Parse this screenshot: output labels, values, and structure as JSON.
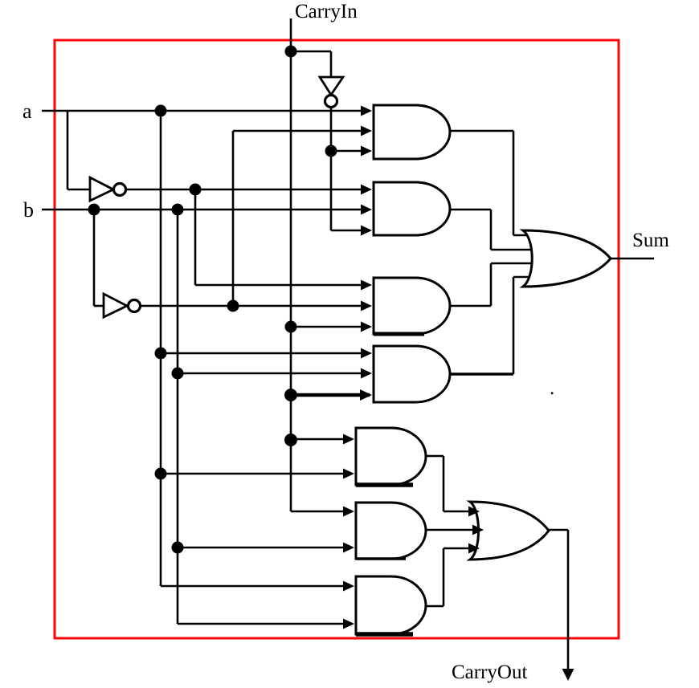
{
  "labels": {
    "carry_in": "CarryIn",
    "input_a": "a",
    "input_b": "b",
    "sum": "Sum",
    "carry_out": "CarryOut",
    "stray_period": "."
  },
  "colors": {
    "wire": "#000000",
    "boundary_box": "#fa0505",
    "background": "#ffffff"
  },
  "circuit": {
    "type": "full-adder one-bit",
    "inputs": [
      "a",
      "b",
      "CarryIn"
    ],
    "outputs": [
      "Sum",
      "CarryOut"
    ],
    "gates": [
      {
        "id": "not-a",
        "type": "NOT",
        "inputs": [
          "a"
        ],
        "output": "a_inv"
      },
      {
        "id": "not-b",
        "type": "NOT",
        "inputs": [
          "b"
        ],
        "output": "b_inv"
      },
      {
        "id": "not-carryin",
        "type": "NOT",
        "inputs": [
          "CarryIn"
        ],
        "output": "carryin_inv"
      },
      {
        "id": "and-1",
        "type": "AND",
        "inputs": [
          "a",
          "b_inv",
          "carryin_inv"
        ],
        "output": "sum-term-1"
      },
      {
        "id": "and-2",
        "type": "AND",
        "inputs": [
          "a_inv",
          "b",
          "carryin_inv"
        ],
        "output": "sum-term-2"
      },
      {
        "id": "and-3",
        "type": "AND",
        "inputs": [
          "a_inv",
          "b_inv",
          "CarryIn"
        ],
        "output": "sum-term-3"
      },
      {
        "id": "and-4",
        "type": "AND",
        "inputs": [
          "a",
          "b",
          "CarryIn"
        ],
        "output": "sum-term-4"
      },
      {
        "id": "or-sum",
        "type": "OR",
        "inputs": [
          "sum-term-1",
          "sum-term-2",
          "sum-term-3",
          "sum-term-4"
        ],
        "output": "Sum"
      },
      {
        "id": "and-5",
        "type": "AND",
        "inputs": [
          "CarryIn",
          "a"
        ],
        "output": "carry-term-1"
      },
      {
        "id": "and-6",
        "type": "AND",
        "inputs": [
          "CarryIn",
          "b"
        ],
        "output": "carry-term-2"
      },
      {
        "id": "and-7",
        "type": "AND",
        "inputs": [
          "a",
          "b"
        ],
        "output": "carry-term-3"
      },
      {
        "id": "or-carryout",
        "type": "OR",
        "inputs": [
          "carry-term-1",
          "carry-term-2",
          "carry-term-3"
        ],
        "output": "CarryOut"
      }
    ]
  }
}
